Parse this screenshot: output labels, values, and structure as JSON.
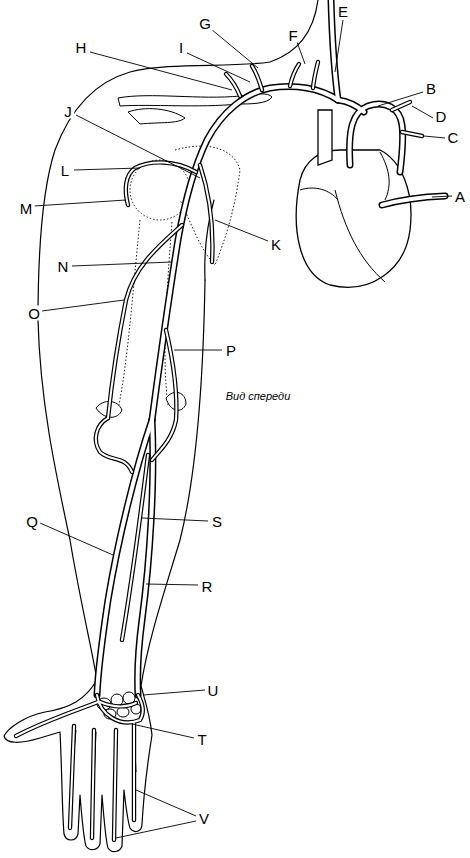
{
  "diagram": {
    "labels": [
      "E",
      "G",
      "F",
      "H",
      "I",
      "B",
      "D",
      "C",
      "A",
      "J",
      "L",
      "M",
      "K",
      "N",
      "O",
      "P",
      "Вид спереди",
      "Q",
      "S",
      "R",
      "U",
      "T",
      "V"
    ]
  }
}
